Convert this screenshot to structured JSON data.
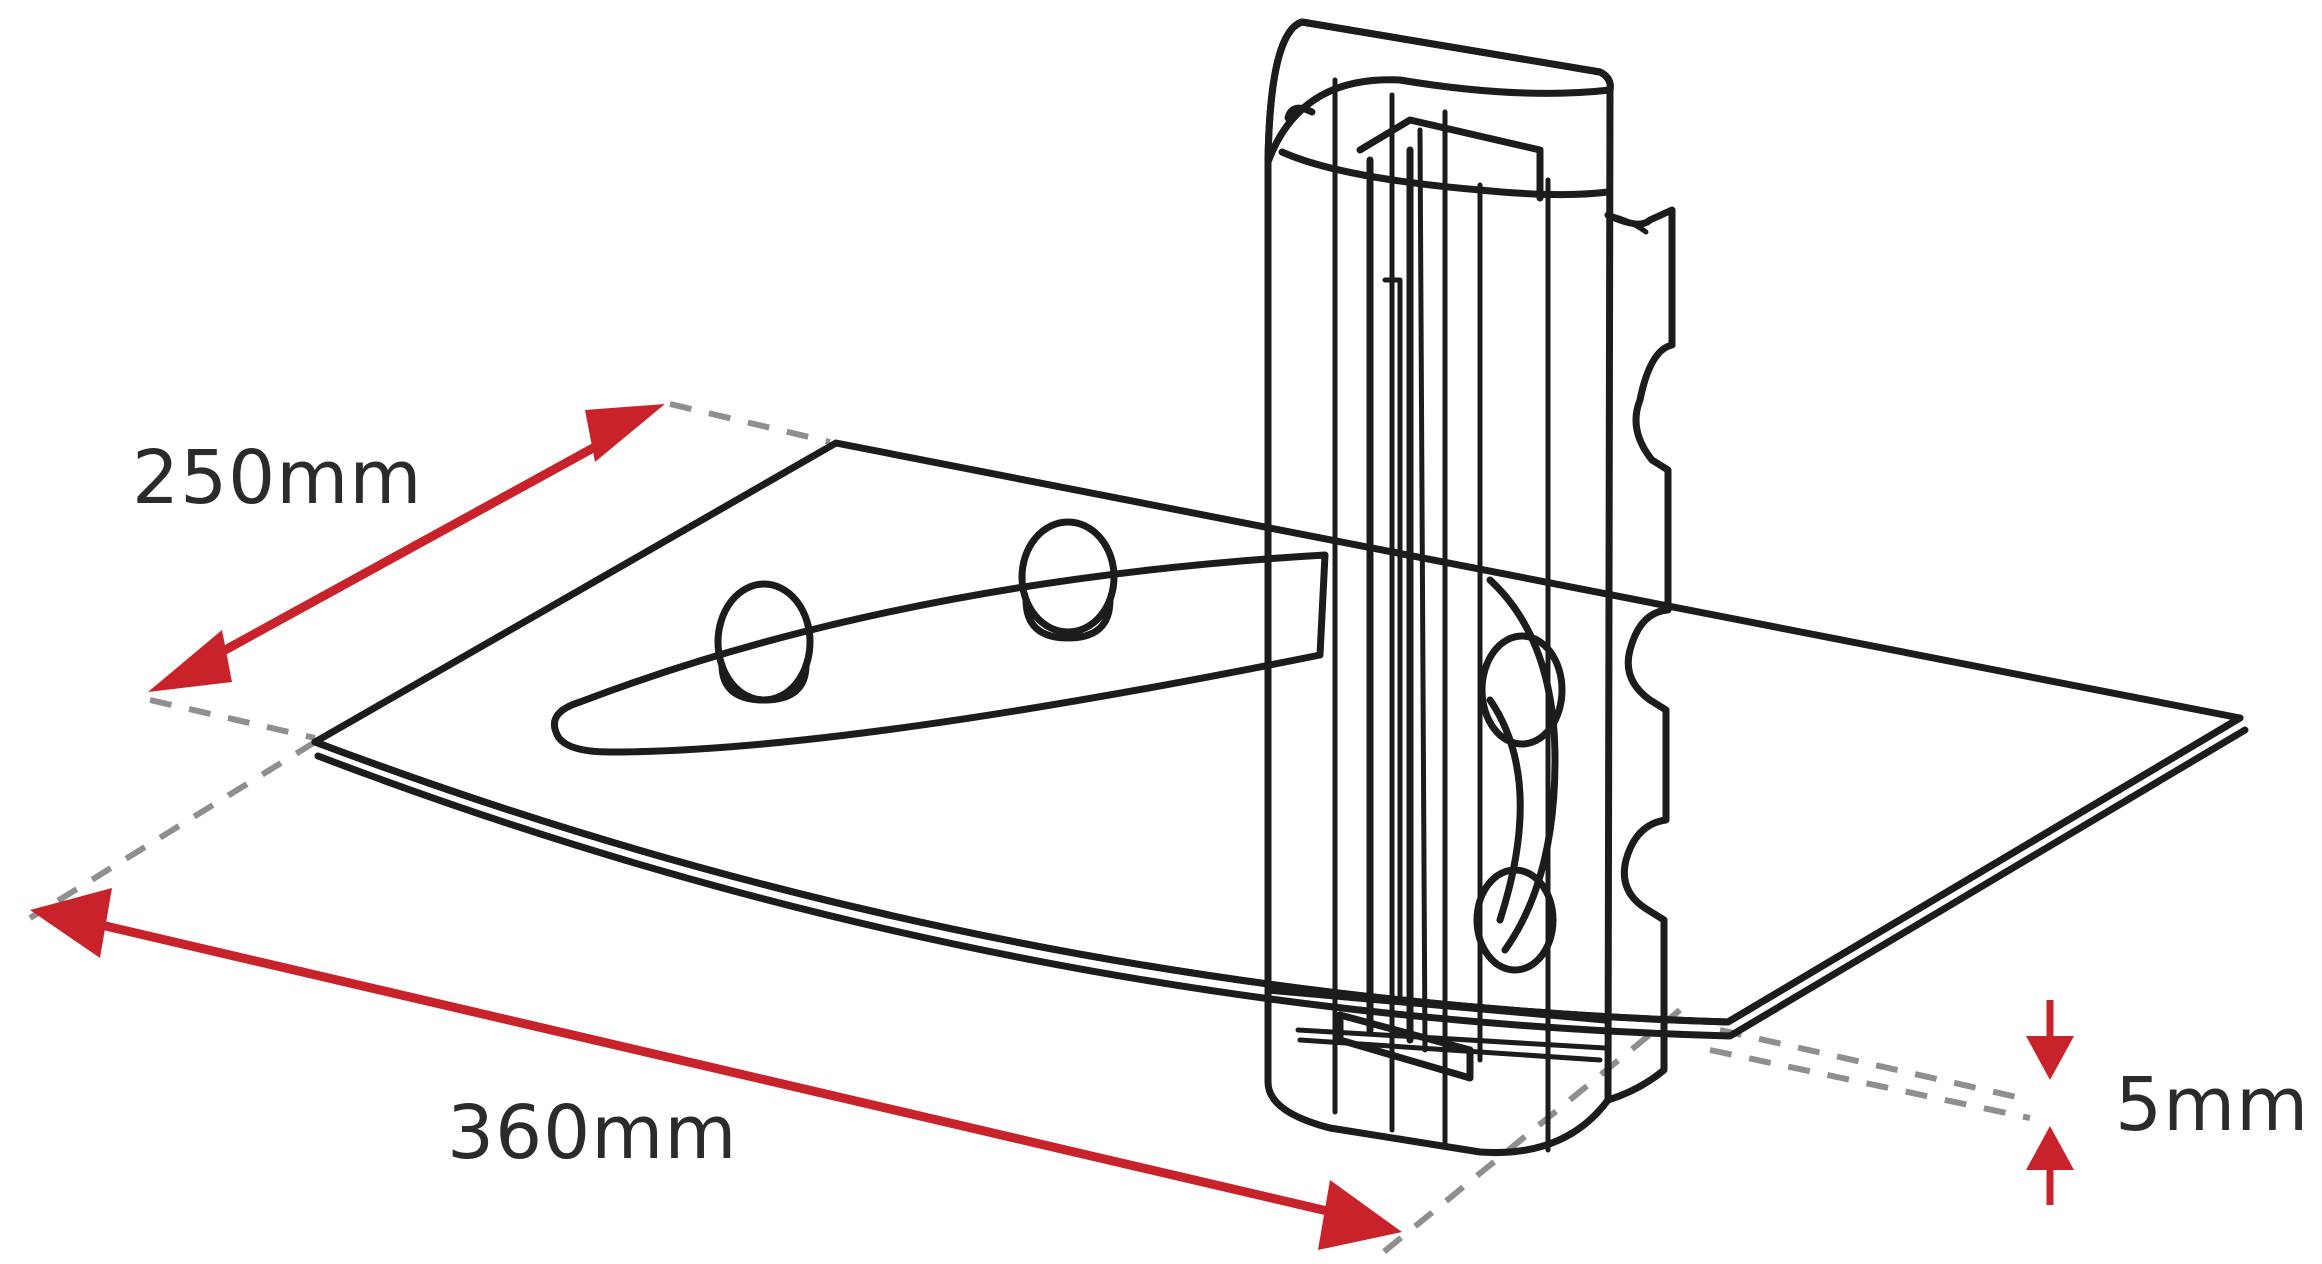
{
  "dimensions": {
    "depth": "250mm",
    "width": "360mm",
    "thickness": "5mm"
  },
  "colors": {
    "arrow": "#c8232a",
    "shelf_fill": "#c9c9c9",
    "outline": "#1c1c1c",
    "extension_line": "#8f8f8f"
  }
}
